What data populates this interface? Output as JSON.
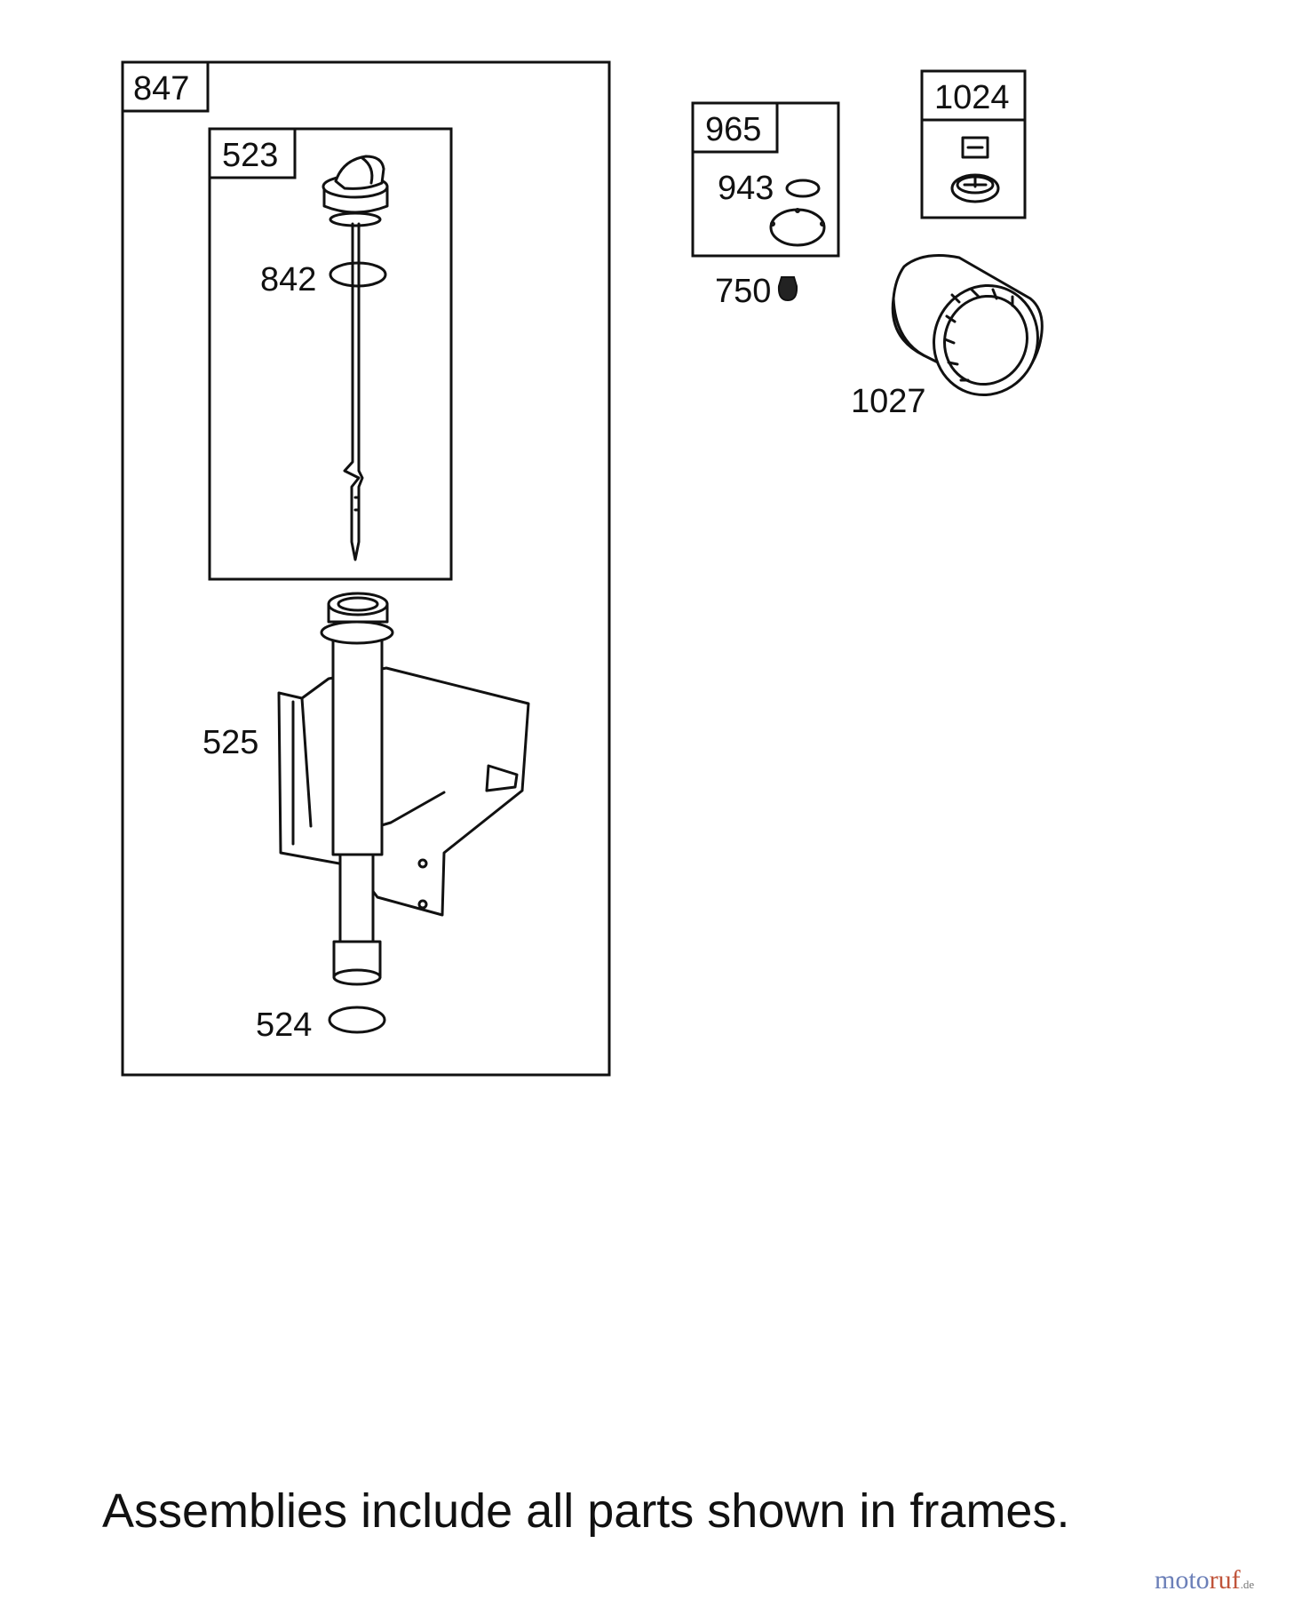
{
  "frames": {
    "f847": "847",
    "f523": "523",
    "f965": "965",
    "f1024": "1024"
  },
  "parts": {
    "p842": "842",
    "p525": "525",
    "p524": "524",
    "p943": "943",
    "p750": "750",
    "p1027": "1027"
  },
  "caption": "Assemblies include all parts shown in frames.",
  "watermark": {
    "part1": "moto",
    "part2": "ruf",
    "part3": ".de"
  }
}
